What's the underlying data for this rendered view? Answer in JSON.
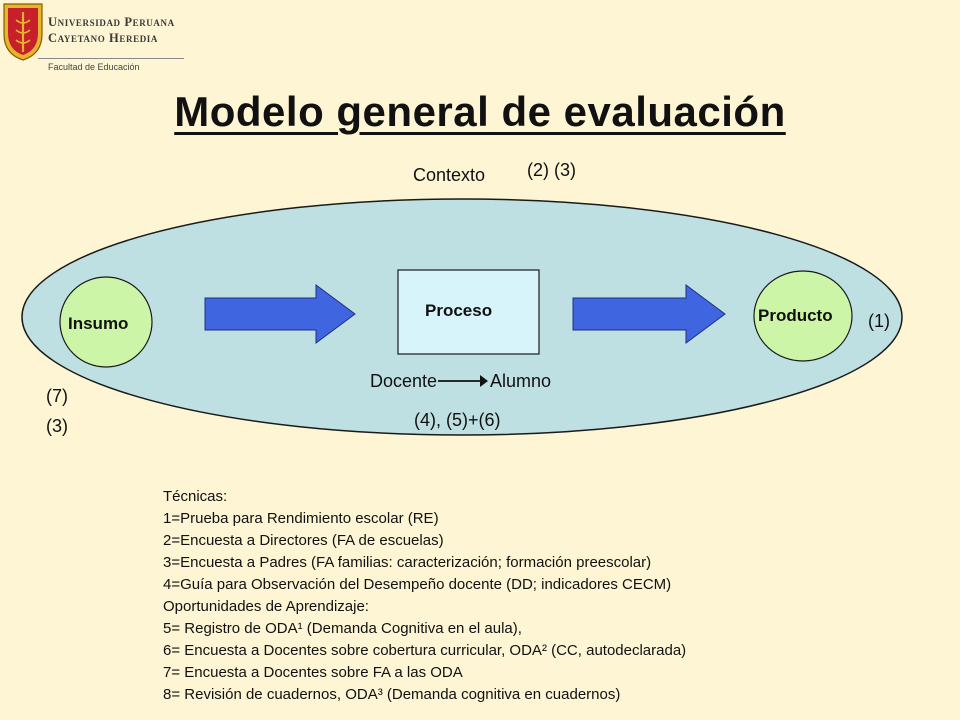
{
  "header": {
    "university_line1": "Universidad Peruana",
    "university_line2": "Cayetano Heredia",
    "faculty": "Facultad de Educación"
  },
  "title": "Modelo general de evaluación",
  "diagram": {
    "context_label": "Contexto",
    "context_refs": "(2) (3)",
    "input_label": "Insumo",
    "process_label": "Proceso",
    "product_label": "Producto",
    "product_ref": "(1)",
    "teacher_label": "Docente",
    "student_label": "Alumno",
    "process_refs": "(4), (5)+(6)",
    "left_ref_1": "(7)",
    "left_ref_2": "(3)"
  },
  "techniques": {
    "heading": "Técnicas:",
    "items": [
      "1=Prueba para Rendimiento escolar (RE)",
      "2=Encuesta a Directores (FA de escuelas)",
      "3=Encuesta a Padres (FA familias: caracterización; formación preescolar)",
      "4=Guía para Observación del Desempeño docente (DD; indicadores CECM)"
    ],
    "opportunities_heading": "Oportunidades de Aprendizaje:",
    "opportunity_items": [
      "5= Registro de ODA¹ (Demanda Cognitiva en el aula),",
      "6= Encuesta a Docentes sobre cobertura curricular, ODA² (CC, autodeclarada)",
      "7= Encuesta a Docentes sobre FA a las ODA",
      "8= Revisión de cuadernos, ODA³ (Demanda cognitiva en cuadernos)"
    ]
  },
  "colors": {
    "background": "#FDF5D3",
    "context_ellipse": "#BFE0E2",
    "node_fill": "#CCF5A8",
    "process_fill": "#D6F4FA",
    "arrow_fill": "#3F66E0",
    "shield_red": "#C8202A",
    "shield_gold": "#E6B52E"
  }
}
